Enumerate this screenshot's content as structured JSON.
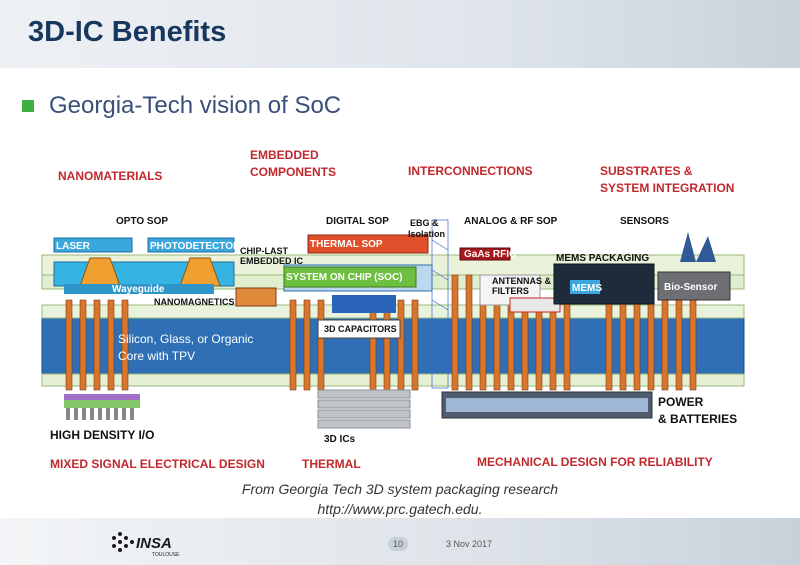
{
  "slide": {
    "title": "3D-IC Benefits",
    "bullet": "Georgia-Tech vision of SoC",
    "caption_line1": "From Georgia Tech 3D system packaging research",
    "caption_line2": "http://www.prc.gatech.edu.",
    "page_number": "10",
    "date": "3 Nov 2017",
    "logo_text": "INSA",
    "logo_subtext": "TOULOUSE"
  },
  "diagram": {
    "top_categories": {
      "nanomaterials": "NANOMATERIALS",
      "embedded_1": "EMBEDDED",
      "embedded_2": "COMPONENTS",
      "interconnections": "INTERCONNECTIONS",
      "substrates_1": "SUBSTRATES &",
      "substrates_2": "SYSTEM INTEGRATION"
    },
    "section_labels": {
      "opto": "OPTO SOP",
      "digital": "DIGITAL SOP",
      "ebg_1": "EBG &",
      "ebg_2": "Isolation",
      "analog": "ANALOG & RF SOP",
      "sensors": "SENSORS"
    },
    "component_labels": {
      "laser": "LASER",
      "photodetector": "PHOTODETECTOR",
      "waveguide": "Wayeguide",
      "chip_last_1": "CHIP-LAST",
      "chip_last_2": "EMBEDDED IC",
      "nanomagnetics": "NANOMAGNETICS",
      "thermal_sop": "THERMAL SOP",
      "soc": "SYSTEM ON CHIP (SOC)",
      "capacitors": "3D CAPACITORS",
      "gaas": "GaAs RFIC",
      "antennas_1": "ANTENNAS &",
      "antennas_2": "FILTERS",
      "mems_packaging": "MEMS PACKAGING",
      "mems": "MEMS",
      "biosensor": "Bio-Sensor",
      "core_1": "Silicon, Glass, or Organic",
      "core_2": "Core with TPV",
      "ics": "3D ICs",
      "hd_io": "HIGH DENSITY I/O",
      "power_1": "POWER",
      "power_2": "& BATTERIES"
    },
    "bottom_categories": {
      "mixed": "MIXED SIGNAL ELECTRICAL DESIGN",
      "thermal": "THERMAL",
      "mechanical": "MECHANICAL DESIGN FOR RELIABILITY"
    }
  }
}
